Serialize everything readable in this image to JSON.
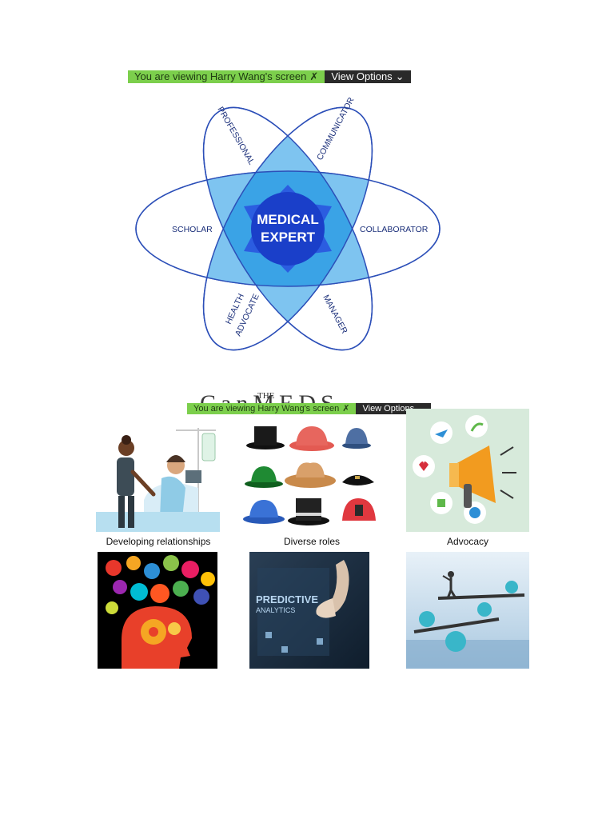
{
  "share_banner_top": {
    "notice": "You are viewing Harry Wang's screen",
    "options_label": "View Options"
  },
  "share_banner_mid": {
    "notice": "You are viewing Harry Wang's screen",
    "options_label": "View Options"
  },
  "canmeds": {
    "center_line1": "MEDICAL",
    "center_line2": "EXPERT",
    "roles": {
      "professional": "PROFESSIONAL",
      "communicator": "COMMUNICATOR",
      "scholar": "SCHOLAR",
      "collaborator": "COLLABORATOR",
      "health_advocate_line1": "HEALTH",
      "health_advocate_line2": "ADVOCATE",
      "manager": "MANAGER"
    },
    "logo_the": "THE",
    "logo_partial": "CanMEDS"
  },
  "captions": {
    "relationships": "Developing relationships",
    "roles": "Diverse roles",
    "advocacy": "Advocacy"
  },
  "analytics_image": {
    "line1": "PREDICTIVE",
    "line2": "ANALYTICS"
  },
  "colors": {
    "banner_green": "#7ccf4c",
    "banner_dark": "#2a2a2a",
    "petal_light": "#7ec4f0",
    "petal_mid": "#3aa3e6",
    "core_blue": "#1a3fc9"
  }
}
